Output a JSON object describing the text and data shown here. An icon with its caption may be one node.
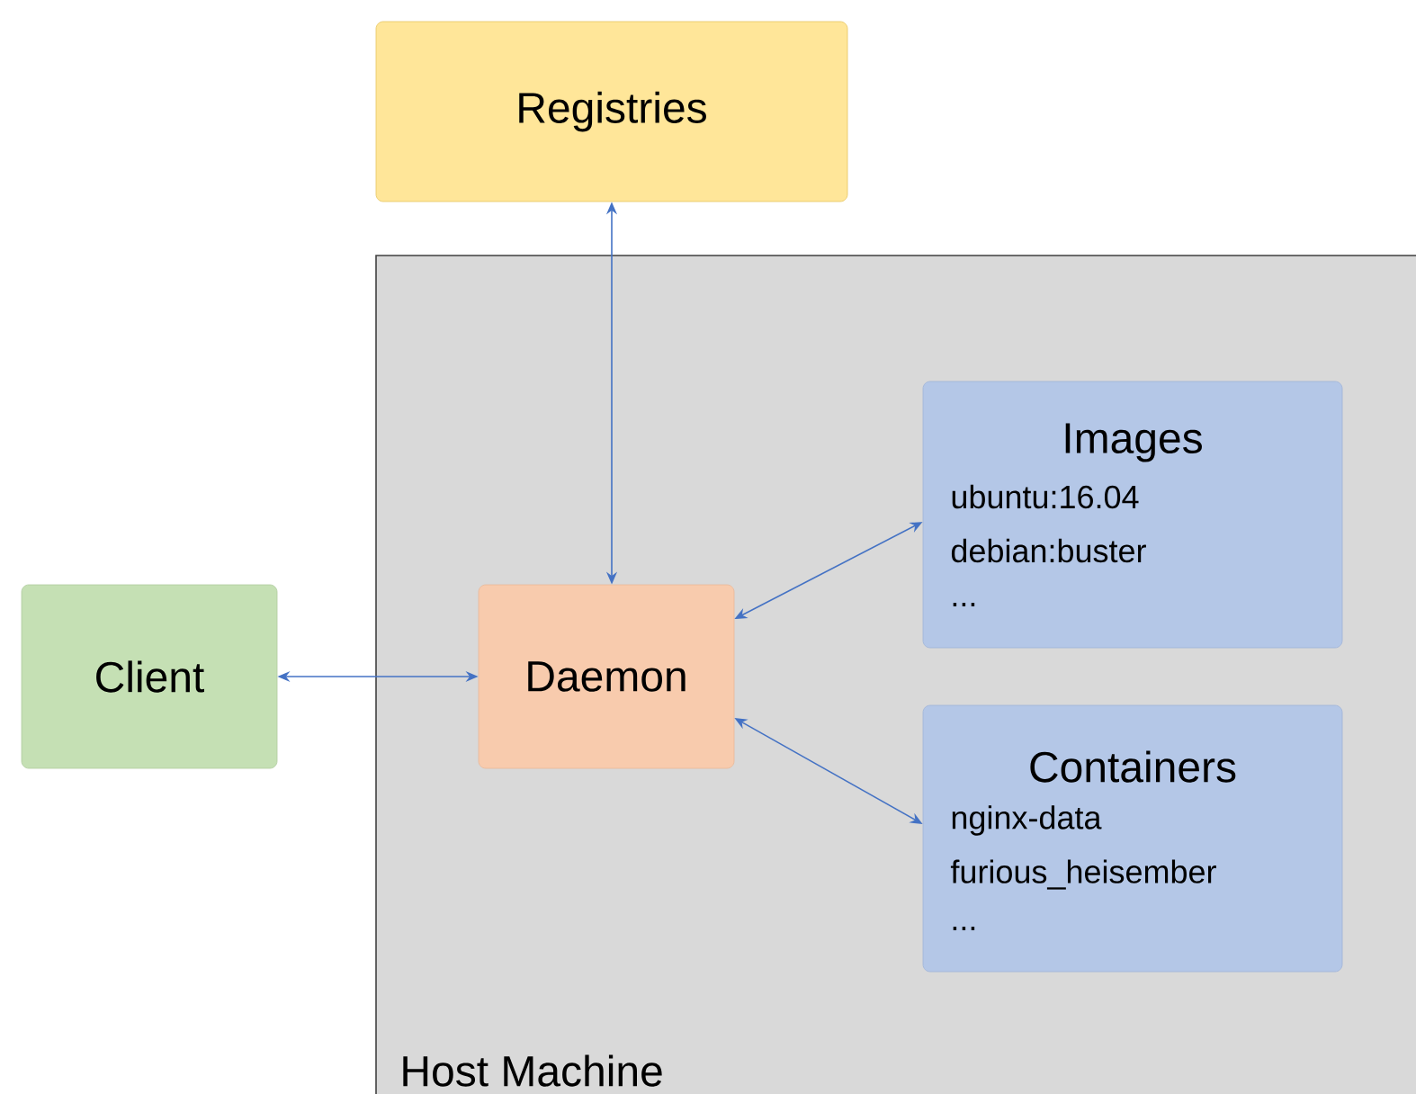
{
  "diagram": {
    "nodes": [
      {
        "text": [
          "Registries"
        ]
      },
      {
        "text": [
          "Host Machine"
        ]
      },
      {
        "text": [
          "Client"
        ]
      },
      {
        "text": [
          "Daemon"
        ],
        "in": 1
      },
      {
        "text": [
          "Images",
          "ubuntu:16.04",
          "debian:buster",
          "..."
        ],
        "in": 1
      },
      {
        "text": [
          "Containers",
          "nginx-data",
          "furious_heisember",
          "..."
        ],
        "in": 1
      }
    ],
    "edges": [
      {
        "from": 0,
        "to": 3,
        "arrow": "both"
      },
      {
        "from": 2,
        "to": 3,
        "arrow": "both"
      },
      {
        "from": 3,
        "to": 4,
        "arrow": "both"
      },
      {
        "from": 3,
        "to": 5,
        "arrow": "both"
      }
    ]
  }
}
